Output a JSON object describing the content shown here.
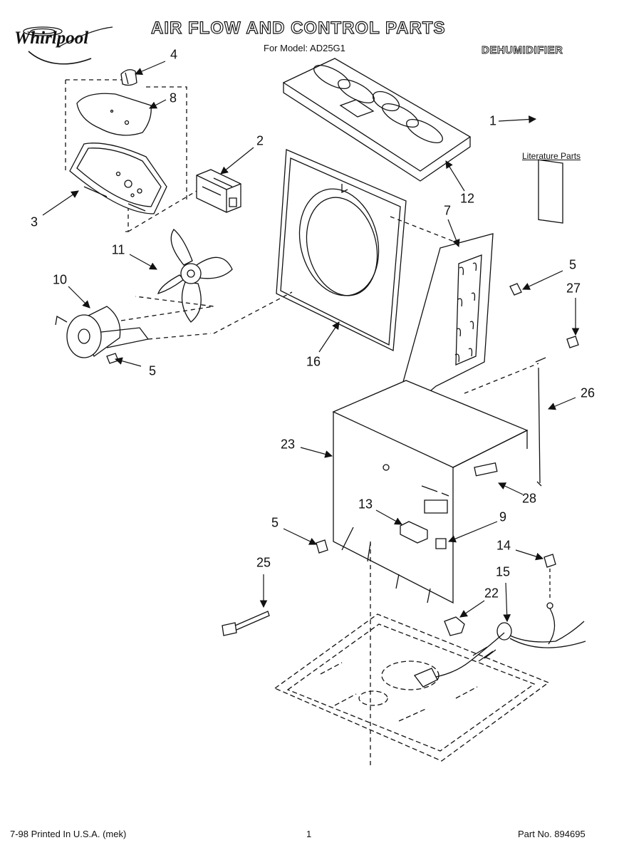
{
  "header": {
    "brand": "Whirlpool",
    "title": "AIR FLOW AND CONTROL PARTS",
    "model": "For Model: AD25G1",
    "category": "DEHUMIDIFIER"
  },
  "literature_label": "Literature Parts",
  "callouts": [
    {
      "id": "c4",
      "label": "4"
    },
    {
      "id": "c8",
      "label": "8"
    },
    {
      "id": "c2",
      "label": "2"
    },
    {
      "id": "c3",
      "label": "3"
    },
    {
      "id": "c11",
      "label": "11"
    },
    {
      "id": "c10",
      "label": "10"
    },
    {
      "id": "c5a",
      "label": "5"
    },
    {
      "id": "c1",
      "label": "1"
    },
    {
      "id": "c12",
      "label": "12"
    },
    {
      "id": "c7",
      "label": "7"
    },
    {
      "id": "c5b",
      "label": "5"
    },
    {
      "id": "c27",
      "label": "27"
    },
    {
      "id": "c16",
      "label": "16"
    },
    {
      "id": "c26",
      "label": "26"
    },
    {
      "id": "c23",
      "label": "23"
    },
    {
      "id": "c28",
      "label": "28"
    },
    {
      "id": "c13",
      "label": "13"
    },
    {
      "id": "c9",
      "label": "9"
    },
    {
      "id": "c5c",
      "label": "5"
    },
    {
      "id": "c14",
      "label": "14"
    },
    {
      "id": "c25",
      "label": "25"
    },
    {
      "id": "c15",
      "label": "15"
    },
    {
      "id": "c22",
      "label": "22"
    }
  ],
  "footer": {
    "left": "7-98 Printed In U.S.A. (mek)",
    "page": "1",
    "part_no": "Part No. 894695"
  }
}
